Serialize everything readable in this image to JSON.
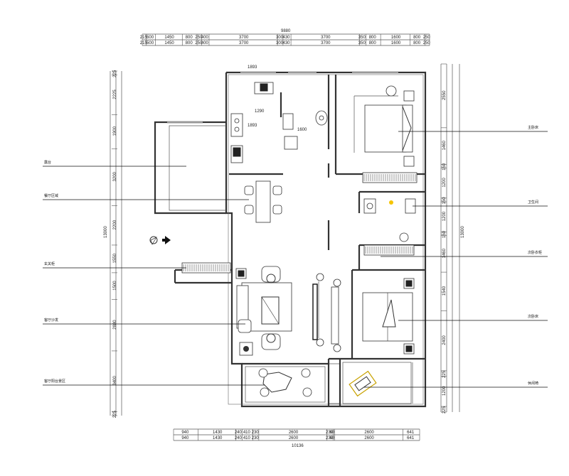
{
  "top_dims": {
    "total": "9880",
    "row1": [
      "215",
      "500",
      "1450",
      "800",
      "250",
      "400",
      "3700",
      "300",
      "430",
      "3700",
      "350",
      "800",
      "1600",
      "800",
      "250"
    ],
    "row2": [
      "215",
      "500",
      "1450",
      "800",
      "250",
      "400",
      "3700",
      "300",
      "430",
      "3700",
      "350",
      "800",
      "1600",
      "800",
      "250"
    ]
  },
  "bottom_dims": {
    "total": "10136",
    "row1": [
      "940",
      "1430",
      "240",
      "410",
      "230",
      "2600",
      "230",
      "60",
      "2600",
      "641"
    ],
    "row2": [
      "940",
      "1430",
      "240",
      "410",
      "230",
      "2600",
      "230",
      "60",
      "2600",
      "641"
    ]
  },
  "left_dims": [
    "225",
    "2225",
    "1900",
    "3200",
    "2200",
    "1550",
    "1500",
    "2880",
    "3400",
    "225"
  ],
  "left_total": "13000",
  "right_dims": [
    "2550",
    "1460",
    "150",
    "1200",
    "150",
    "1200",
    "150",
    "1460",
    "1540",
    "2400",
    "225",
    "1200",
    "225"
  ],
  "right_total": "13000",
  "interior_dims": {
    "kitchen_top": "1893",
    "kitchen_inner_1": "1290",
    "kitchen_inner_2": "1893",
    "bath_width": "1600"
  },
  "labels_left": [
    "露台",
    "餐厅区域",
    "玄关柜",
    "客厅沙发",
    "客厅阳台景区"
  ],
  "labels_right": [
    "主卧床",
    "卫生间",
    "次卧衣柜",
    "次卧床",
    "休闲椅"
  ]
}
